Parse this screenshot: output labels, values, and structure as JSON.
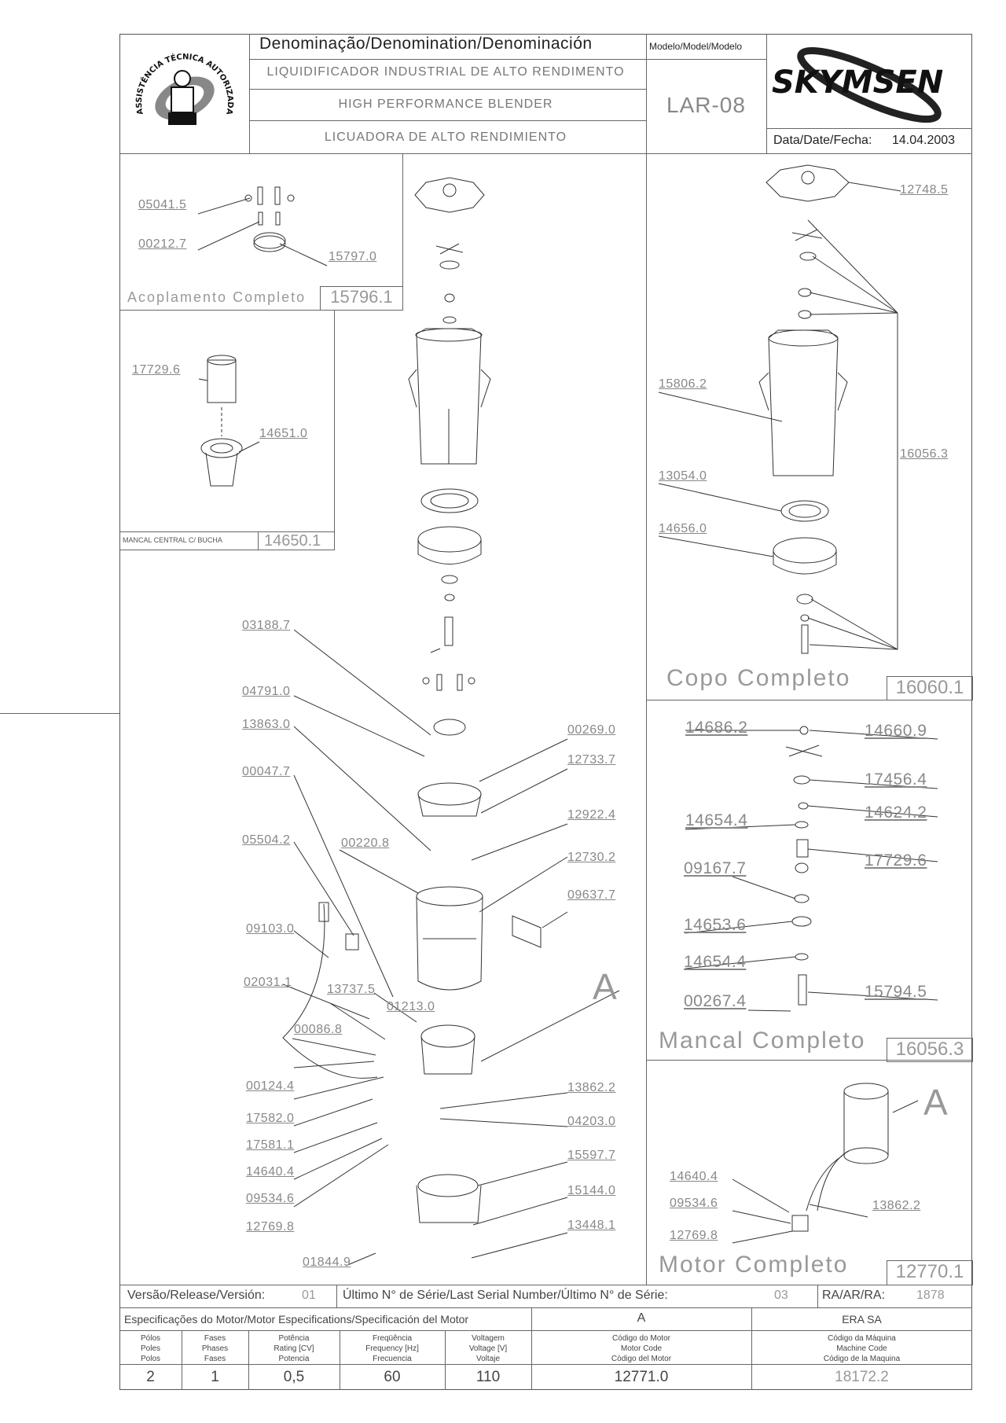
{
  "header": {
    "denomination_title": "Denominação/Denomination/Denominación",
    "line_pt": "LIQUIDIFICADOR INDUSTRIAL DE ALTO RENDIMENTO",
    "line_en": "HIGH PERFORMANCE BLENDER",
    "line_es": "LICUADORA DE ALTO RENDIMIENTO",
    "model_label": "Modelo/Model/Modelo",
    "model_value": "LAR-08",
    "brand": "SKYMSEN",
    "date_label": "Data/Date/Fecha:",
    "date_value": "14.04.2003",
    "seal_text": "ASSISTÊNCIA TÉCNICA AUTORIZADA"
  },
  "sections": {
    "acoplamento": {
      "title": "Acoplamento Completo",
      "code": "15796.1",
      "labels": [
        "05041.5",
        "00212.7",
        "15797.0"
      ]
    },
    "mancal_central": {
      "title": "MANCAL CENTRAL C/ BUCHA",
      "code": "14650.1",
      "labels": [
        "17729.6",
        "14651.0"
      ]
    },
    "copo": {
      "title": "Copo Completo",
      "code": "16060.1",
      "labels": [
        "12748.5",
        "15806.2",
        "16056.3",
        "13054.0",
        "14656.0"
      ]
    },
    "mancal": {
      "title": "Mancal Completo",
      "code": "16056.3",
      "labels": [
        "14686.2",
        "14660.9",
        "17456.4",
        "14624.2",
        "14654.4",
        "17729.6",
        "09167.7",
        "14653.6",
        "14654.4",
        "00267.4",
        "15794.5"
      ]
    },
    "motor": {
      "title": "Motor Completo",
      "code": "12770.1",
      "letter": "A",
      "labels": [
        "14640.4",
        "09534.6",
        "13862.2",
        "12769.8"
      ]
    }
  },
  "main_labels": {
    "left": [
      "03188.7",
      "04791.0",
      "13863.0",
      "00047.7",
      "05504.2",
      "00220.8",
      "09103.0",
      "02031.1",
      "13737.5",
      "01213.0",
      "00086.8",
      "00124.4",
      "17582.0",
      "17581.1",
      "14640.4",
      "09534.6",
      "12769.8",
      "01844.9"
    ],
    "right": [
      "00269.0",
      "12733.7",
      "12922.4",
      "12730.2",
      "09637.7",
      "13862.2",
      "04203.0",
      "15597.7",
      "15144.0",
      "13448.1"
    ],
    "letter": "A"
  },
  "release": {
    "version_label": "Versão/Release/Versión:",
    "version_value": "01",
    "serial_label": "Último N° de Série/Last Serial Number/Último N° de Série:",
    "serial_value": "03",
    "ra_label": "RA/AR/RA:",
    "ra_value": "1878"
  },
  "motor_spec": {
    "title": "Especificações do Motor/Motor Especifications/Specificación del Motor",
    "motor_letter": "A",
    "maker": "ERA SA",
    "headers": [
      [
        "Pólos",
        "Poles",
        "Polos"
      ],
      [
        "Fases",
        "Phases",
        "Fases"
      ],
      [
        "Potência",
        "Rating [CV]",
        "Potencia"
      ],
      [
        "Freqüência",
        "Frequency [Hz]",
        "Frecuencia"
      ],
      [
        "Voltagem",
        "Voltage [V]",
        "Voltaje"
      ],
      [
        "Código do Motor",
        "Motor Code",
        "Código del Motor"
      ],
      [
        "Código da Máquina",
        "Machine Code",
        "Código de la Maquina"
      ]
    ],
    "values": [
      "2",
      "1",
      "0,5",
      "60",
      "110",
      "12771.0",
      "18172.2"
    ]
  }
}
